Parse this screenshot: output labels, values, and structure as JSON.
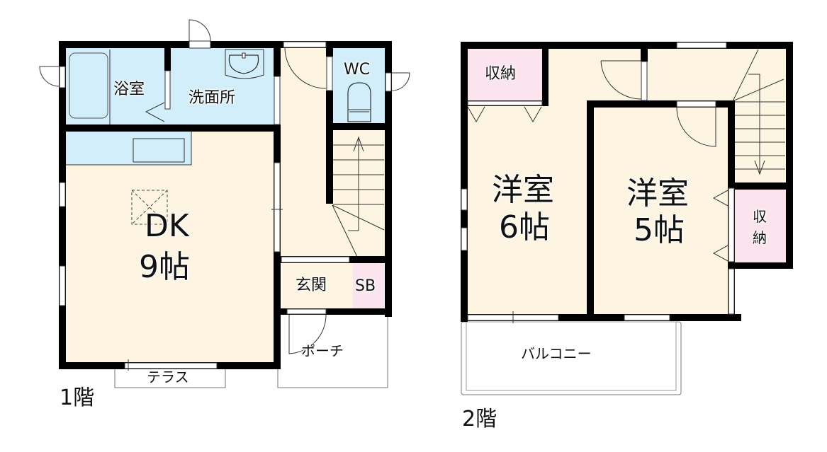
{
  "colors": {
    "wall": "#000000",
    "room_main": "#fdf5e2",
    "room_water": "#d2eefa",
    "room_storage": "#fbe4ee",
    "outdoor": "#ffffff"
  },
  "floor1": {
    "label": "1階",
    "rooms": {
      "bath": "浴室",
      "washroom": "洗面所",
      "wc": "WC",
      "dk_name": "DK",
      "dk_size": "9帖",
      "entrance": "玄関",
      "shoe_box": "SB",
      "porch": "ポーチ",
      "terrace": "テラス"
    }
  },
  "floor2": {
    "label": "2階",
    "rooms": {
      "storage_a": "収納",
      "room6_name": "洋室",
      "room6_size": "6帖",
      "room5_name": "洋室",
      "room5_size": "5帖",
      "storage_b_line1": "収",
      "storage_b_line2": "納",
      "balcony": "バルコニー"
    }
  },
  "icons": [
    "bathtub-icon",
    "sink-icon",
    "toilet-icon",
    "stairs-up-icon",
    "stairs-down-icon",
    "door-swing-icon",
    "hatch-icon"
  ]
}
